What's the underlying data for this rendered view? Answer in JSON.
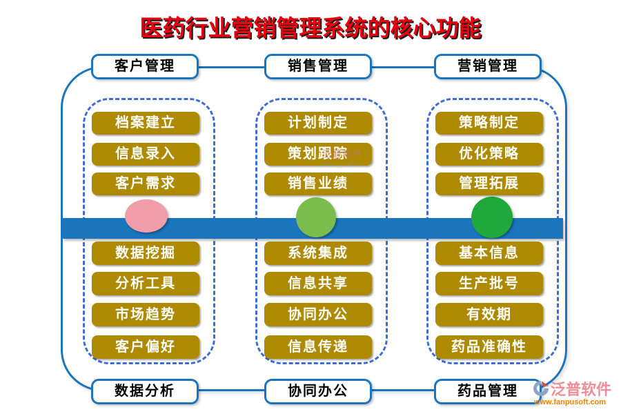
{
  "title": "医药行业营销管理系统的核心功能",
  "columns": [
    {
      "top_label": "客户管理",
      "bottom_label": "数据分析",
      "top_items": [
        "档案建立",
        "信息录入",
        "客户需求"
      ],
      "bottom_items": [
        "数据挖掘",
        "分析工具",
        "市场趋势",
        "客户偏好"
      ],
      "circle_color": "#F09DA9"
    },
    {
      "top_label": "销售管理",
      "bottom_label": "协同办公",
      "top_items": [
        "计划制定",
        "策划跟踪",
        "销售业绩"
      ],
      "bottom_items": [
        "系统集成",
        "信息共享",
        "协同办公",
        "信息传递"
      ],
      "circle_color": "#7ABD4C"
    },
    {
      "top_label": "营销管理",
      "bottom_label": "药品管理",
      "top_items": [
        "策略制定",
        "优化策略",
        "管理拓展"
      ],
      "bottom_items": [
        "基本信息",
        "生产批号",
        "有效期",
        "药品准确性"
      ],
      "circle_color": "#1FA83C"
    }
  ],
  "watermark": {
    "text": "泛普软件",
    "subtext": "www.fanpusoft.com"
  },
  "logo": {
    "name": "泛普软件",
    "url": "www.fanpusoft.com"
  },
  "colors": {
    "title_red": "#E8000E",
    "frame_blue": "#1B75BC",
    "band_blue": "#1B75BC",
    "dashed_blue": "#3E6BD5",
    "item_gold": "#AE8A00",
    "logo_pink": "#EE8E9A",
    "logo_url_orange": "#F08300"
  }
}
